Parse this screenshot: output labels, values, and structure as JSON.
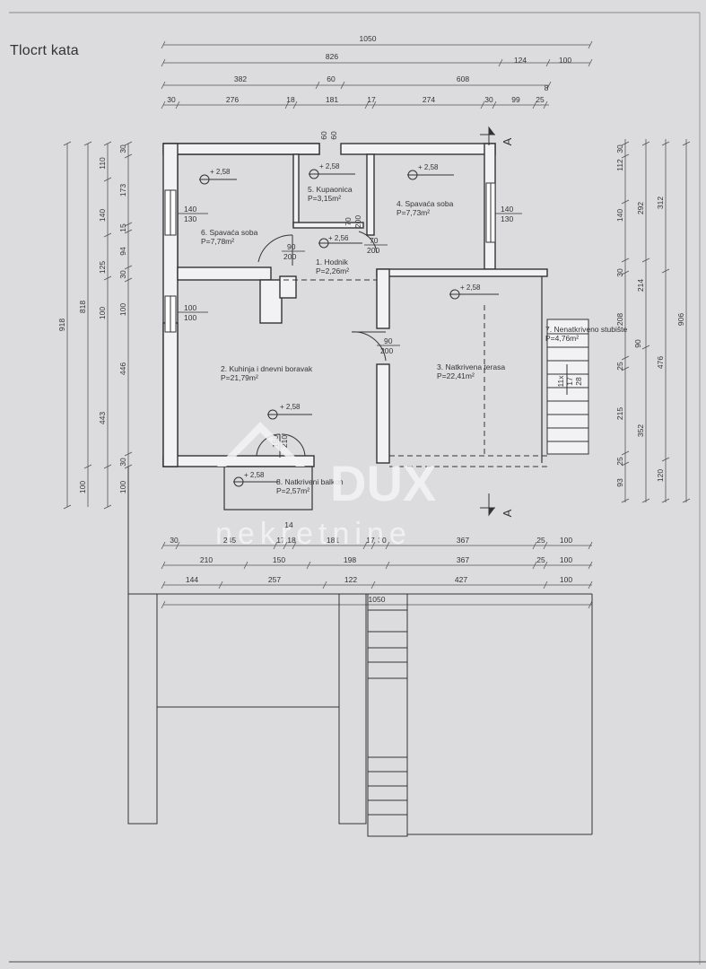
{
  "title": "Tlocrt kata",
  "watermark": {
    "brand": "DUX",
    "sub": "nekretnine"
  },
  "section_marker": "A",
  "rooms": {
    "r1": {
      "name": "1. Hodnik",
      "area": "P=2,26m²",
      "level": "+ 2,56"
    },
    "r2": {
      "name": "2. Kuhinja i dnevni boravak",
      "area": "P=21,79m²",
      "level": "+ 2,58"
    },
    "r3": {
      "name": "3. Natkrivena terasa",
      "area": "P=22,41m²",
      "level": "+ 2,58"
    },
    "r4": {
      "name": "4. Spavaća soba",
      "area": "P=7,73m²",
      "level": "+ 2,58"
    },
    "r5": {
      "name": "5. Kupaonica",
      "area": "P=3,15m²",
      "level": "+ 2,58"
    },
    "r6": {
      "name": "6. Spavaća soba",
      "area": "P=7,78m²",
      "level": "+ 2,58"
    },
    "r7": {
      "name": "7. Nenatkriveno stubište",
      "area": "P=4,76m²"
    },
    "r8": {
      "name": "8. Natkriveni balkon",
      "area": "P=2,57m²",
      "level": "+ 2,58"
    }
  },
  "openings": {
    "w6": [
      "140",
      "130"
    ],
    "w4": [
      "140",
      "130"
    ],
    "w2": [
      "100",
      "100"
    ],
    "d6": [
      "90",
      "200"
    ],
    "d4": [
      "70",
      "200"
    ],
    "d5": [
      "70",
      "200"
    ],
    "d2": [
      "90",
      "200"
    ],
    "db": [
      "150",
      "210"
    ]
  },
  "dims": {
    "top1": "1050",
    "top2": [
      "826",
      "124",
      "100"
    ],
    "top3": [
      "382",
      "60",
      "608"
    ],
    "top4": [
      "30",
      "276",
      "18",
      "181",
      "17",
      "274",
      "30",
      "99",
      "25"
    ],
    "top_small": [
      "60",
      "60",
      "8"
    ],
    "bot1": [
      "30",
      "245",
      "17",
      "18",
      "181",
      "17",
      "30",
      "367",
      "25",
      "100"
    ],
    "bot2": [
      "210",
      "150",
      "198",
      "367",
      "25",
      "100"
    ],
    "bot3": [
      "144",
      "257",
      "122",
      "427",
      "100"
    ],
    "bot4": "1050",
    "bot_small": "14",
    "left1": "918",
    "left2": "818",
    "left3": [
      "110",
      "140",
      "125",
      "100",
      "443",
      "100"
    ],
    "left4": [
      "30",
      "173",
      "15",
      "94",
      "30",
      "100",
      "446",
      "30",
      "100"
    ],
    "right1": "906",
    "right2": [
      "312",
      "476",
      "120"
    ],
    "right3": [
      "292",
      "214",
      "352"
    ],
    "right4": [
      "30",
      "112",
      "140",
      "30",
      "208",
      "90",
      "25",
      "215",
      "25",
      "93"
    ],
    "stair": [
      "11x",
      "17",
      "28"
    ]
  }
}
